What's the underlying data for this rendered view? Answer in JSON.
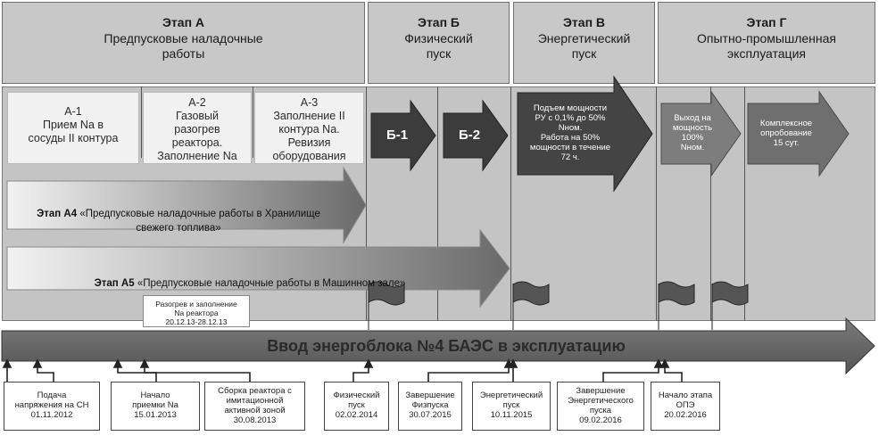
{
  "stages": [
    {
      "title": "Этап А",
      "subtitle": "Предпусковые наладочные\nработы"
    },
    {
      "title": "Этап Б",
      "subtitle": "Физический\nпуск"
    },
    {
      "title": "Этап В",
      "subtitle": "Энергетический\nпуск"
    },
    {
      "title": "Этап Г",
      "subtitle": "Опытно-промышленная\nэксплуатация"
    }
  ],
  "substeps": [
    {
      "label": "А-1\nПрием Na в\nсосуды II контура"
    },
    {
      "label": "А-2\nГазовый\nразогрев\nреактора.\nЗаполнение Na"
    },
    {
      "label": "А-3\nЗаполнение II\nконтура Na.\nРевизия\nоборудования"
    }
  ],
  "arrows": {
    "b1": "Б-1",
    "b2": "Б-2",
    "a4_bold": "Этап А4",
    "a4_text": " «Предпусковые наладочные работы в Хранилище\nсвежего топлива»",
    "a5_bold": "Этап А5",
    "a5_text": " «Предпусковые наладочные работы в Машинном зале»",
    "v_text": "Подъем мощности\nРУ с 0,1% до 50%\nNном.\nРабота на 50%\nмощности в течение\n72 ч.",
    "g1_text": "Выход на\nмощность\n100%\nNном.",
    "g2_text": "Комплексное\nопробование\n15 сут."
  },
  "heating_note": "Разогрев и заполнение\nNa реактора\n20.12.13-28.12.13",
  "timeline_title": "Ввод энергоблока №4 БАЭС в эксплуатацию",
  "events": [
    {
      "label": "Подача\nнапряжения на СН\n01.11.2012"
    },
    {
      "label": "Начало\nприемки Na\n15.01.2013"
    },
    {
      "label": "Сборка реактора с\nимитационной\nактивной зоной\n30.08.2013"
    },
    {
      "label": "Физический\nпуск\n02.02.2014"
    },
    {
      "label": "Завершение\nФизпуска\n30.07.2015"
    },
    {
      "label": "Энергетический\nпуск\n10.11.2015"
    },
    {
      "label": "Завершение\nЭнергетического\nпуска\n09.02.2016"
    },
    {
      "label": "Начало этапа\nОПЭ\n20.02.2016"
    }
  ]
}
